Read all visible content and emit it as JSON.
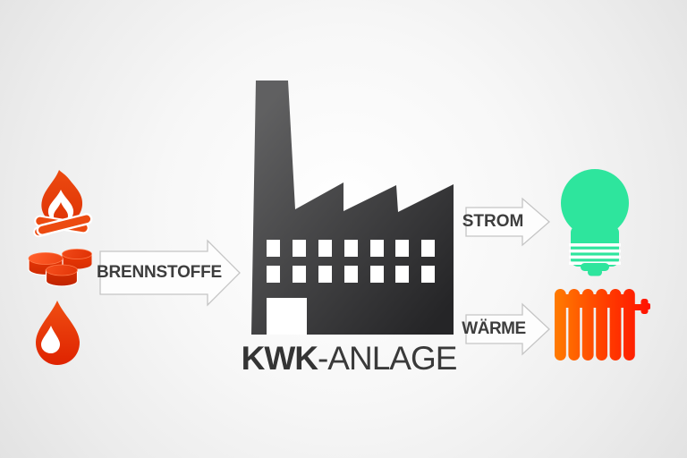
{
  "labels": {
    "input_arrow": "BRENNSTOFFE",
    "output_arrow_top": "STROM",
    "output_arrow_bottom": "WÄRME",
    "plant_title_bold": "KWK",
    "plant_title_rest": "-ANLAGE"
  },
  "icons": {
    "fuel": [
      "campfire-icon",
      "wood-pellets-icon",
      "oil-drop-icon"
    ],
    "plant": "factory-icon",
    "electricity": "lightbulb-icon",
    "heat": "radiator-icon"
  },
  "colors": {
    "fuel_red_light": "#ec4a10",
    "fuel_red_dark": "#dc2e03",
    "pellet_side_light": "#f03a06",
    "pellet_side_dark": "#c02400",
    "pellet_top_light": "#ff5c28",
    "pellet_top_dark": "#dd2e02",
    "drop_light": "#ef4d12",
    "drop_dark": "#df2300",
    "electricity_green": "#2ee59d",
    "heat_orange": "#ff7b00",
    "heat_mid": "#ff3c00",
    "heat_red": "#ff1200",
    "factory_light": "#606061",
    "factory_dark": "#252527",
    "text_dark": "#343434",
    "arrow_outline": "#c5c5c5",
    "arrow_fill": "#fdfdfd",
    "window_white": "#ffffff"
  }
}
